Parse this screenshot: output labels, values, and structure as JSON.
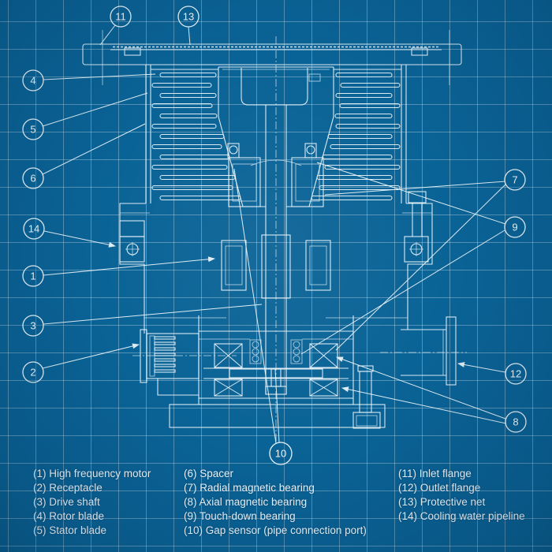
{
  "colors": {
    "background": "#0a6396",
    "grid": "rgba(255,255,255,0.30)",
    "line": "#e9f4fa",
    "text": "#f4f9fd"
  },
  "diagram": {
    "style": "blueprint",
    "callouts": {
      "c1": "1",
      "c2": "2",
      "c3": "3",
      "c4": "4",
      "c5": "5",
      "c6": "6",
      "c7": "7",
      "c8": "8",
      "c9": "9",
      "c10": "10",
      "c11": "11",
      "c12": "12",
      "c13": "13",
      "c14": "14"
    }
  },
  "legend": {
    "col1": [
      "(1) High frequency motor",
      "(2) Receptacle",
      "(3) Drive shaft",
      "(4) Rotor blade",
      "(5) Stator blade"
    ],
    "col2": [
      "(6) Spacer",
      "(7) Radial magnetic bearing",
      "(8) Axial magnetic bearing",
      "(9) Touch-down bearing",
      "(10) Gap sensor (pipe connection port)"
    ],
    "col3": [
      "(11) Inlet flange",
      "(12) Outlet flange",
      "(13) Protective net",
      "(14) Cooling water pipeline"
    ]
  }
}
